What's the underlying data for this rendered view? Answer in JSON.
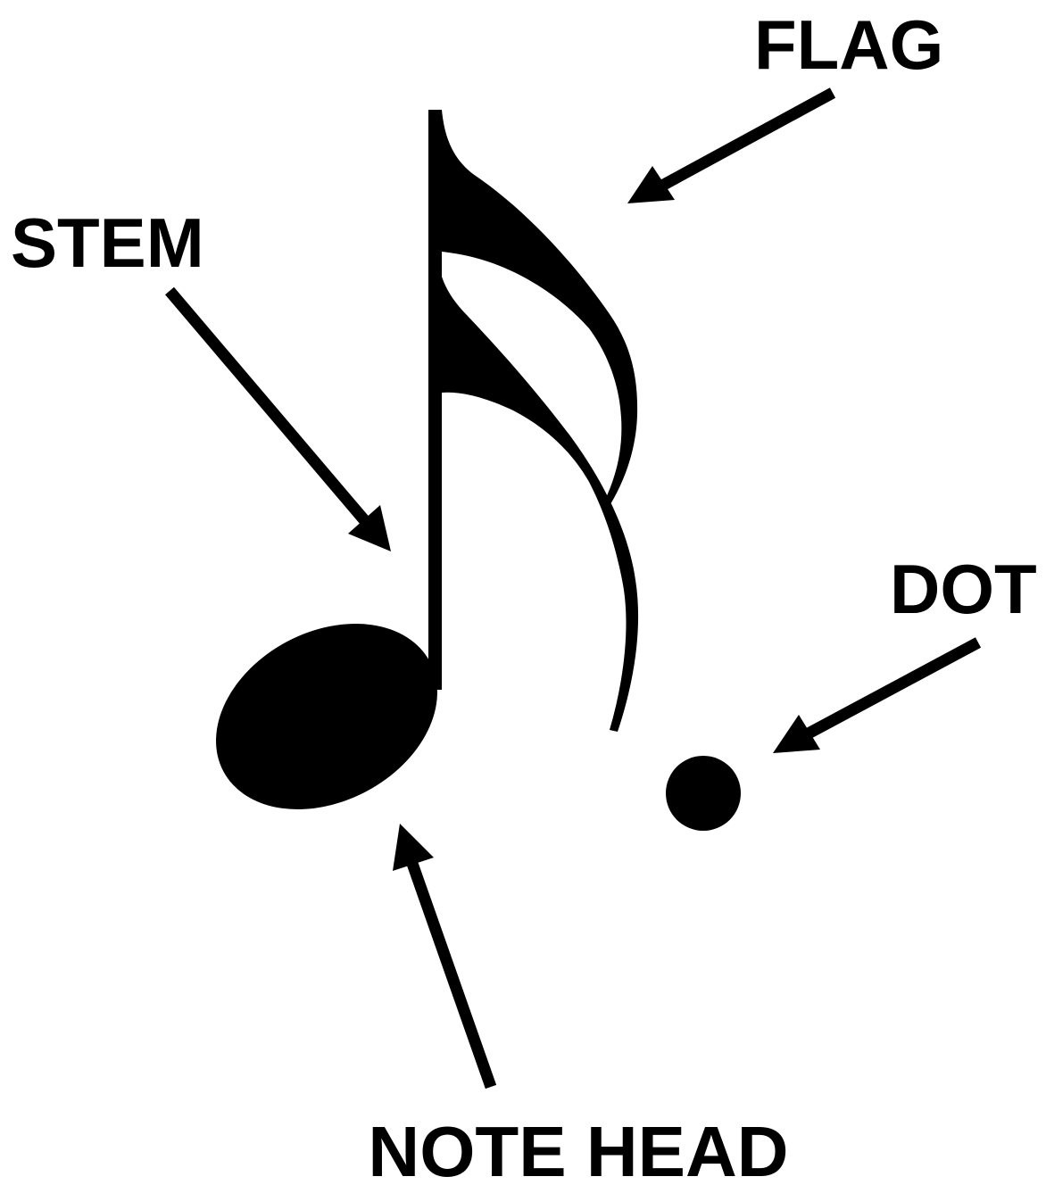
{
  "labels": {
    "stem": "STEM",
    "flag": "FLAG",
    "dot": "DOT",
    "note_head": "NOTE HEAD"
  },
  "colors": {
    "ink": "#000000",
    "background": "#ffffff"
  }
}
